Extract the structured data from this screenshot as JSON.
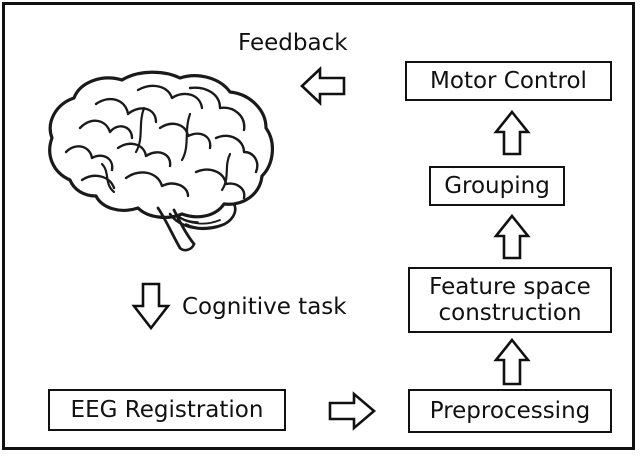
{
  "diagram": {
    "feedback_label": "Feedback",
    "cognitive_task_label": "Cognitive task",
    "nodes": {
      "motor_control": "Motor Control",
      "grouping": "Grouping",
      "feature_space_line1": "Feature space",
      "feature_space_line2": "construction",
      "preprocessing": "Preprocessing",
      "eeg_registration": "EEG Registration"
    },
    "icons": {
      "brain": "brain-icon",
      "arrow_left": "arrow-left-icon",
      "arrow_down": "arrow-down-icon",
      "arrow_right": "arrow-right-icon",
      "arrow_up": "arrow-up-icon"
    },
    "colors": {
      "stroke": "#111111",
      "background": "#ffffff"
    }
  }
}
